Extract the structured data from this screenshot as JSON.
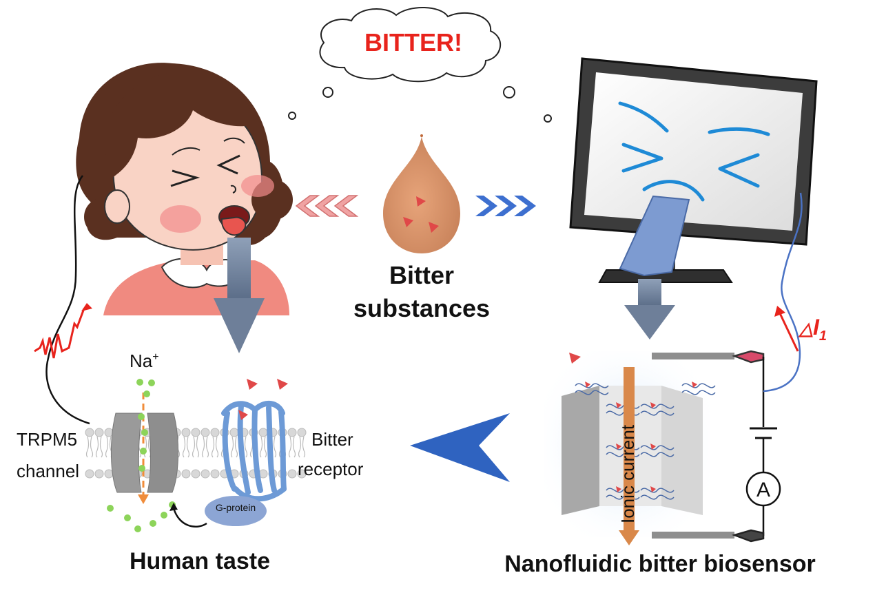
{
  "thought_bubble": {
    "text": "BITTER!"
  },
  "center": {
    "line1": "Bitter",
    "line2": "substances"
  },
  "left": {
    "ion": "Na",
    "ion_charge": "+",
    "channel_line1": "TRPM5",
    "channel_line2": "channel",
    "receptor_line1": "Bitter",
    "receptor_line2": "receptor",
    "gprotein": "G-protein",
    "title": "Human taste"
  },
  "right": {
    "current_label": "Ionic current",
    "meter_symbol": "A",
    "delta_prefix": "△",
    "delta_var": "I",
    "delta_sub": "1",
    "title": "Nanofluidic bitter biosensor"
  },
  "colors": {
    "red_text": "#e8231c",
    "blue_arrow": "#2f63c0",
    "gray_arrow": "#6e7f99",
    "drop": "#d9936a",
    "particle": "#e04848",
    "sodium": "#8dd45a",
    "receptor": "#6d9ad6"
  }
}
